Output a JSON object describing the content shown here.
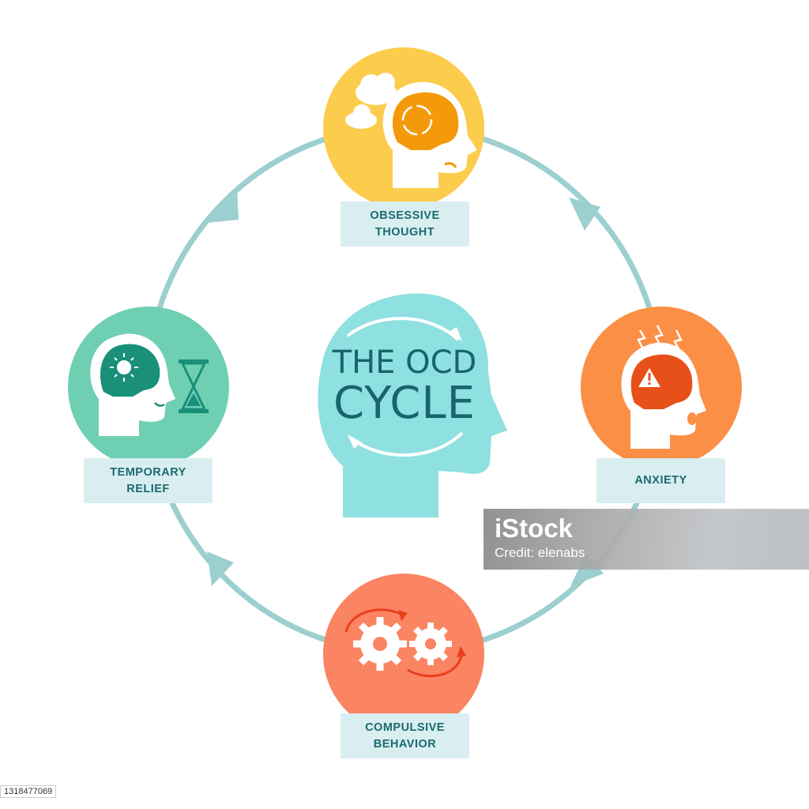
{
  "title": {
    "line1": "THE OCD",
    "line2": "CYCLE"
  },
  "stages": [
    {
      "id": "obsessive-thought",
      "line1": "OBSESSIVE",
      "line2": "THOUGHT",
      "color": "#fccc4c",
      "accent": "#f49a0a"
    },
    {
      "id": "anxiety",
      "line1": "ANXIETY",
      "line2": "",
      "color": "#fb8f45",
      "accent": "#e8501a"
    },
    {
      "id": "compulsive-behavior",
      "line1": "COMPULSIVE",
      "line2": "BEHAVIOR",
      "color": "#fb8462",
      "accent": "#e8401a"
    },
    {
      "id": "temporary-relief",
      "line1": "TEMPORARY",
      "line2": "RELIEF",
      "color": "#6fcfb2",
      "accent": "#1a8f7a"
    }
  ],
  "colors": {
    "ring": "#9ccfcf",
    "head": "#8fe0e0",
    "label_bg": "#d9eef0",
    "text": "#1b6a6e"
  },
  "watermark": {
    "logo": "iStock",
    "credit": "Credit: elenabs"
  },
  "image_id": "1318477069"
}
